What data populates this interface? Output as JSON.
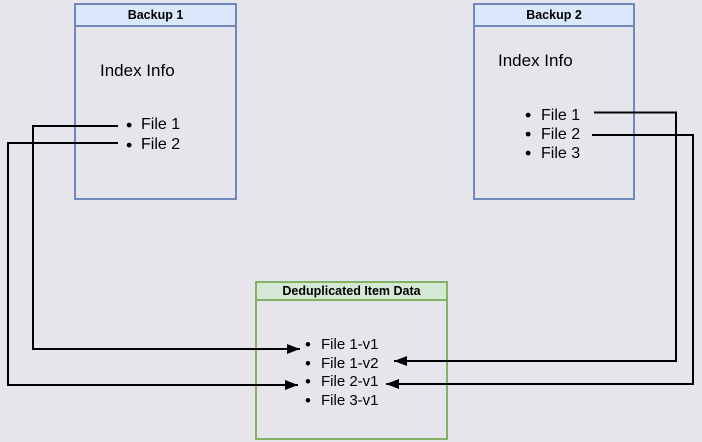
{
  "colors": {
    "background": "#e6e5eb",
    "blue_border": "#6f88bd",
    "blue_fill": "#dbe8fb",
    "green_border": "#82b366",
    "green_fill": "#d5e8d4",
    "arrow": "#000000",
    "text": "#000000"
  },
  "backup1": {
    "title": "Backup 1",
    "index_label": "Index Info",
    "files": [
      "File 1",
      "File 2"
    ]
  },
  "backup2": {
    "title": "Backup 2",
    "index_label": "Index Info",
    "files": [
      "File 1",
      "File 2",
      "File 3"
    ]
  },
  "dedup": {
    "title": "Deduplicated Item Data",
    "items": [
      "File 1-v1",
      "File 1-v2",
      "File 2-v1",
      "File 3-v1"
    ]
  },
  "connections": [
    {
      "from": "Backup 1 / File 1",
      "to": "File 1-v1",
      "side": "left"
    },
    {
      "from": "Backup 1 / File 2",
      "to": "File 2-v1",
      "side": "left"
    },
    {
      "from": "Backup 2 / File 1",
      "to": "File 1-v2",
      "side": "right"
    },
    {
      "from": "Backup 2 / File 2",
      "to": "File 2-v1",
      "side": "right"
    }
  ]
}
